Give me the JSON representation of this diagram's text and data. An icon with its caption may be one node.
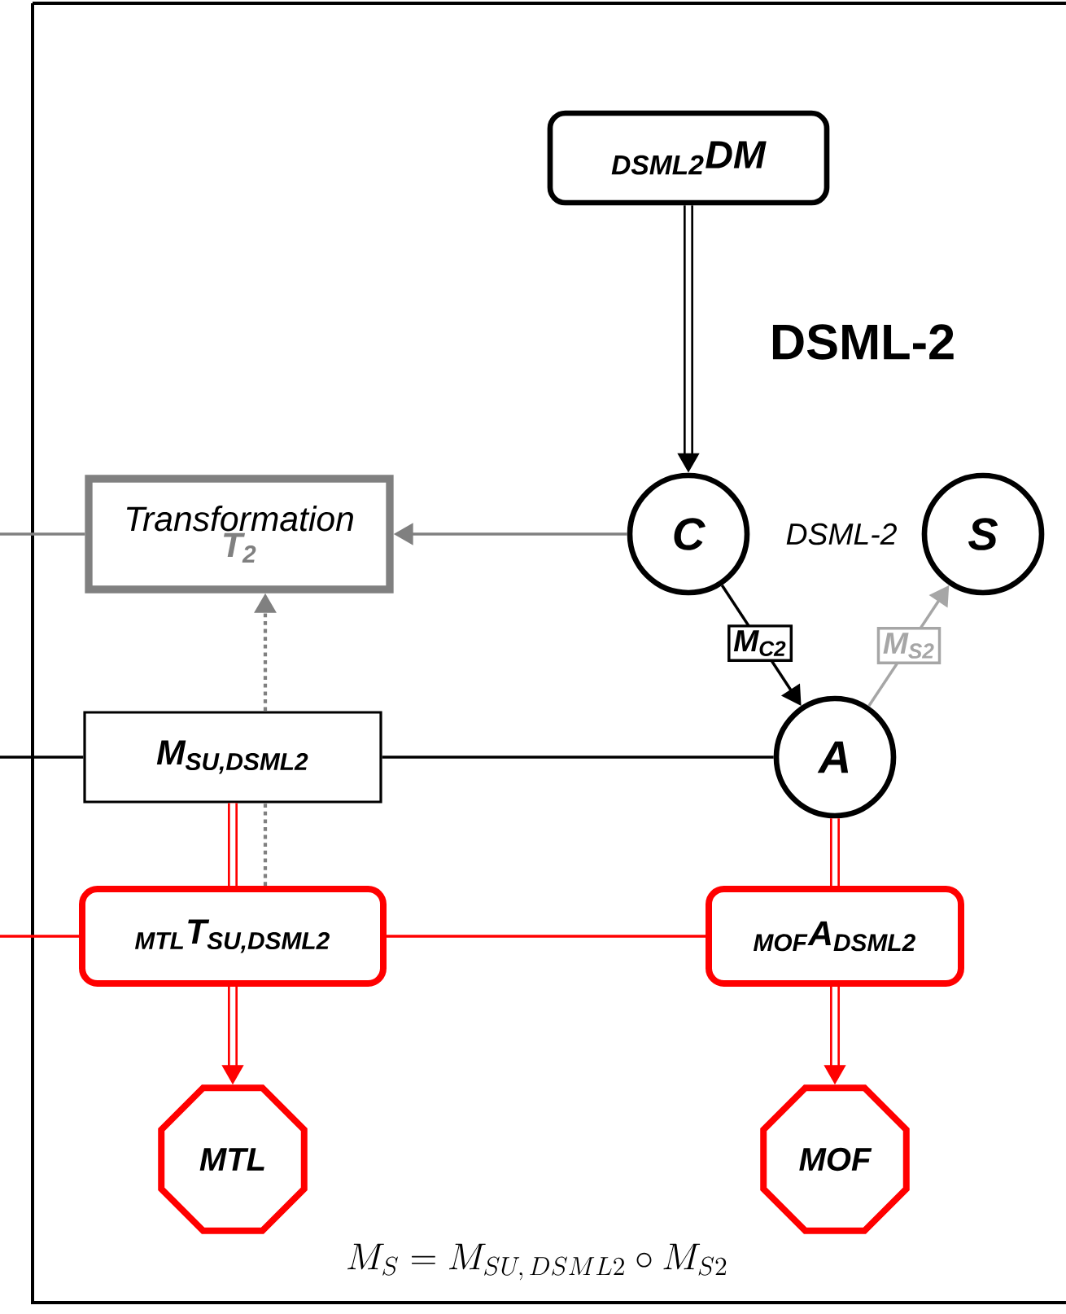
{
  "diagram": {
    "nodes": [
      {
        "text": [
          "$_{DSML2}$DM"
        ]
      },
      {
        "text": [
          "Transformation",
          "T$_{2}$"
        ]
      },
      {
        "text": [
          "C"
        ]
      },
      {
        "text": [
          "S"
        ]
      },
      {
        "text": [
          "M$_{SU,DSML2}$"
        ]
      },
      {
        "text": [
          "A"
        ]
      },
      {
        "text": [
          "$_{MTL}$T$_{SU,DSML2}$"
        ]
      },
      {
        "text": [
          "$_{MOF}$A$_{DSML2}$"
        ]
      },
      {
        "text": [
          "MTL"
        ]
      },
      {
        "text": [
          "MOF"
        ]
      }
    ],
    "edges": [
      {
        "from": 0,
        "to": 2,
        "arrow": "to",
        "style": "thick",
        "color": "#000000"
      },
      {
        "from": 2,
        "to": 1,
        "arrow": "to",
        "color": "#808080"
      },
      {
        "from": 1,
        "to": null,
        "arrow": "none",
        "color": "#808080"
      },
      {
        "from": 2,
        "to": 5,
        "arrow": "to",
        "label": "M$_{C2}$",
        "color": "#000000"
      },
      {
        "from": 5,
        "to": 3,
        "arrow": "to",
        "label": "M$_{S2}$",
        "color": "#a6a6a6"
      },
      {
        "from": 4,
        "to": 5,
        "arrow": "none",
        "color": "#000000"
      },
      {
        "from": 4,
        "to": null,
        "arrow": "none",
        "color": "#000000"
      },
      {
        "from": 4,
        "to": 1,
        "arrow": "to",
        "style": "dashed",
        "color": "#808080"
      },
      {
        "from": 6,
        "to": 4,
        "arrow": "none",
        "style": "dashed",
        "color": "#808080"
      },
      {
        "from": 4,
        "to": 6,
        "arrow": "none",
        "style": "thick",
        "color": "#ff0000"
      },
      {
        "from": 5,
        "to": 7,
        "arrow": "none",
        "style": "thick",
        "color": "#ff0000"
      },
      {
        "from": 6,
        "to": 7,
        "arrow": "none",
        "color": "#ff0000"
      },
      {
        "from": 6,
        "to": null,
        "arrow": "none",
        "color": "#ff0000"
      },
      {
        "from": 6,
        "to": 8,
        "arrow": "to",
        "style": "thick",
        "color": "#ff0000"
      },
      {
        "from": 7,
        "to": 9,
        "arrow": "to",
        "style": "thick",
        "color": "#ff0000"
      }
    ],
    "labels": [
      "DSML-2",
      "DSML-2",
      "M_{S}= M_{SU,\\,DSML2}\\circ M_{S2}"
    ]
  }
}
